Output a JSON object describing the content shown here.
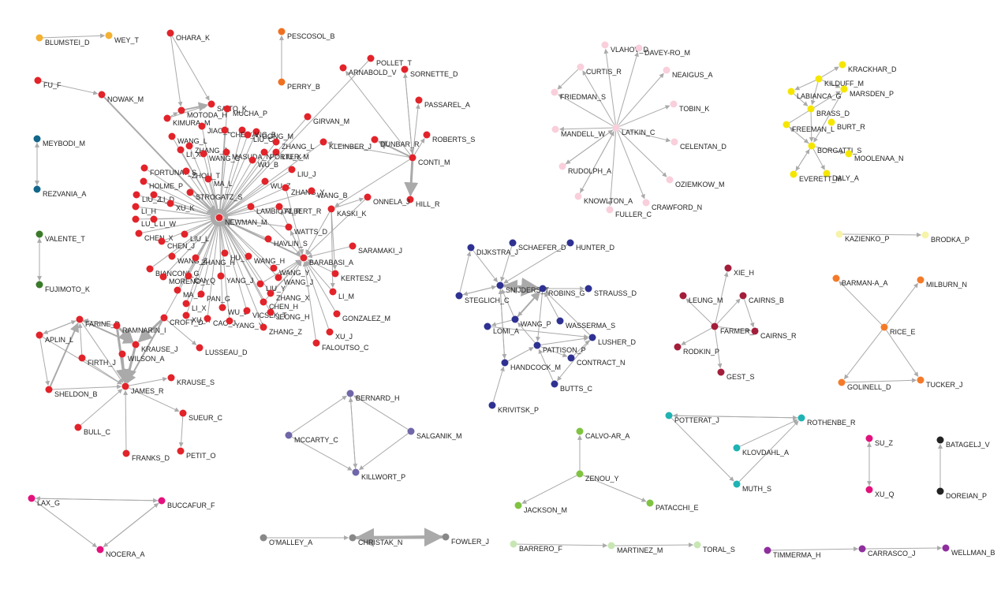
{
  "colors": {
    "edge": "#aaaaaa",
    "red": "#e2232a",
    "navy": "#2e3192",
    "pink": "#f9cfdb",
    "yellow": "#f5e600",
    "maroon": "#a31e3a",
    "orange": "#f47a2a",
    "purple": "#6f67a8",
    "teal": "#1fb3b3",
    "green": "#80c342",
    "magenta": "#e3117d",
    "gray": "#888888",
    "lightgreen": "#c8e6b3",
    "violet": "#8e2f9d",
    "black": "#222222",
    "amber": "#f4b030",
    "darkorange": "#f07020",
    "blue": "#11668a",
    "darkgreen": "#3a7a2a",
    "paleyellow": "#f7f3a8"
  },
  "nodes": [
    {
      "label": "BLUMSTEI_D",
      "group": "amber"
    },
    {
      "label": "WEY_T",
      "group": "amber"
    },
    {
      "label": "PESCOSOL_B",
      "group": "darkorange"
    },
    {
      "label": "PERRY_B",
      "group": "darkorange"
    },
    {
      "label": "MEYBODI_M",
      "group": "blue"
    },
    {
      "label": "REZVANIA_A",
      "group": "blue"
    },
    {
      "label": "VALENTE_T",
      "group": "darkgreen"
    },
    {
      "label": "FUJIMOTO_K",
      "group": "darkgreen"
    },
    {
      "label": "FU_F",
      "group": "red"
    },
    {
      "label": "NOWAK_M",
      "group": "red"
    },
    {
      "label": "OHARA_K",
      "group": "red"
    },
    {
      "label": "SAITO_K",
      "group": "red"
    },
    {
      "label": "MOTODA_H",
      "group": "red"
    },
    {
      "label": "KIMURA_M",
      "group": "red"
    },
    {
      "label": "MUCHA_P",
      "group": "red"
    },
    {
      "label": "YANG_B",
      "group": "red"
    },
    {
      "label": "GONG_M",
      "group": "red"
    },
    {
      "label": "JIAO_L",
      "group": "red"
    },
    {
      "label": "CHEN_Y",
      "group": "red"
    },
    {
      "label": "LIU_C",
      "group": "red"
    },
    {
      "label": "ZHANG_L",
      "group": "red"
    },
    {
      "label": "LIU_X",
      "group": "red"
    },
    {
      "label": "WANG_L",
      "group": "red"
    },
    {
      "label": "ZHANG_J",
      "group": "red"
    },
    {
      "label": "LI_X",
      "group": "red"
    },
    {
      "label": "WANG_C",
      "group": "red"
    },
    {
      "label": "MASUDA_N",
      "group": "red"
    },
    {
      "label": "WU_B",
      "group": "red"
    },
    {
      "label": "PORTER_M",
      "group": "red"
    },
    {
      "label": "FORTUNAT_S",
      "group": "red"
    },
    {
      "label": "ZHOU_T",
      "group": "red"
    },
    {
      "label": "MA_L",
      "group": "red"
    },
    {
      "label": "WU_Z",
      "group": "red"
    },
    {
      "label": "LIU_J",
      "group": "red"
    },
    {
      "label": "ZHANG_Y",
      "group": "red"
    },
    {
      "label": "WANG_B",
      "group": "red"
    },
    {
      "label": "HOLME_P",
      "group": "red"
    },
    {
      "label": "STROGATZ_S",
      "group": "red"
    },
    {
      "label": "LIU_Z",
      "group": "red"
    },
    {
      "label": "LI_D",
      "group": "red"
    },
    {
      "label": "XU_K",
      "group": "red"
    },
    {
      "label": "LAMBIOTT_R",
      "group": "red"
    },
    {
      "label": "ALBERT_R",
      "group": "red"
    },
    {
      "label": "LI_H",
      "group": "red"
    },
    {
      "label": "LU_L",
      "group": "red"
    },
    {
      "label": "LI_W",
      "group": "red"
    },
    {
      "label": "NEWMAN_M",
      "group": "red"
    },
    {
      "label": "WATTS_D",
      "group": "red"
    },
    {
      "label": "CHEN_X",
      "group": "red"
    },
    {
      "label": "LIU_L",
      "group": "red"
    },
    {
      "label": "HAVLIN_S",
      "group": "red"
    },
    {
      "label": "CHEN_J",
      "group": "red"
    },
    {
      "label": "BARABASI_A",
      "group": "red"
    },
    {
      "label": "WANG_Z",
      "group": "red"
    },
    {
      "label": "ZHANG_H",
      "group": "red"
    },
    {
      "label": "HU_Y",
      "group": "red"
    },
    {
      "label": "WANG_H",
      "group": "red"
    },
    {
      "label": "BIANCONI_G",
      "group": "red"
    },
    {
      "label": "WANG_Y",
      "group": "red"
    },
    {
      "label": "WANG_J",
      "group": "red"
    },
    {
      "label": "MORENO_Y",
      "group": "red"
    },
    {
      "label": "CAI_Q",
      "group": "red"
    },
    {
      "label": "YANG_J",
      "group": "red"
    },
    {
      "label": "LIU_Y",
      "group": "red"
    },
    {
      "label": "ZHANG_X",
      "group": "red"
    },
    {
      "label": "MA_J",
      "group": "red"
    },
    {
      "label": "PAN_G",
      "group": "red"
    },
    {
      "label": "CHEN_H",
      "group": "red"
    },
    {
      "label": "LI_X",
      "group": "red"
    },
    {
      "label": "WU_J",
      "group": "red"
    },
    {
      "label": "VICSEK_T",
      "group": "red"
    },
    {
      "label": "JEONG_H",
      "group": "red"
    },
    {
      "label": "XU_X",
      "group": "red"
    },
    {
      "label": "CAO_J",
      "group": "red"
    },
    {
      "label": "YANG_Y",
      "group": "red"
    },
    {
      "label": "ZHANG_Z",
      "group": "red"
    },
    {
      "label": "GIRVAN_M",
      "group": "red"
    },
    {
      "label": "POLLET_T",
      "group": "red"
    },
    {
      "label": "ARNABOLD_V",
      "group": "red"
    },
    {
      "label": "SORNETTE_D",
      "group": "red"
    },
    {
      "label": "PASSAREL_A",
      "group": "red"
    },
    {
      "label": "ROBERTS_S",
      "group": "red"
    },
    {
      "label": "DUNBAR_R",
      "group": "red"
    },
    {
      "label": "CONTI_M",
      "group": "red"
    },
    {
      "label": "KLEINBER_J",
      "group": "red"
    },
    {
      "label": "HILL_R",
      "group": "red"
    },
    {
      "label": "ONNELA_J",
      "group": "red"
    },
    {
      "label": "KASKI_K",
      "group": "red"
    },
    {
      "label": "SARAMAKI_J",
      "group": "red"
    },
    {
      "label": "KERTESZ_J",
      "group": "red"
    },
    {
      "label": "LI_M",
      "group": "red"
    },
    {
      "label": "GONZALEZ_M",
      "group": "red"
    },
    {
      "label": "XU_J",
      "group": "red"
    },
    {
      "label": "FALOUTSO_C",
      "group": "red"
    },
    {
      "label": "APLIN_L",
      "group": "red"
    },
    {
      "label": "FARINE_D",
      "group": "red"
    },
    {
      "label": "RAMNARIN_I",
      "group": "red"
    },
    {
      "label": "CROFT_D",
      "group": "red"
    },
    {
      "label": "KRAUSE_J",
      "group": "red"
    },
    {
      "label": "WILSON_A",
      "group": "red"
    },
    {
      "label": "FIRTH_J",
      "group": "red"
    },
    {
      "label": "LUSSEAU_D",
      "group": "red"
    },
    {
      "label": "KRAUSE_S",
      "group": "red"
    },
    {
      "label": "SHELDON_B",
      "group": "red"
    },
    {
      "label": "JAMES_R",
      "group": "red"
    },
    {
      "label": "SUEUR_C",
      "group": "red"
    },
    {
      "label": "BULL_C",
      "group": "red"
    },
    {
      "label": "PETIT_O",
      "group": "red"
    },
    {
      "label": "FRANKS_D",
      "group": "red"
    },
    {
      "label": "LAX_G",
      "group": "magenta"
    },
    {
      "label": "BUCCAFUR_F",
      "group": "magenta"
    },
    {
      "label": "NOCERA_A",
      "group": "magenta"
    },
    {
      "label": "O'MALLEY_A",
      "group": "gray"
    },
    {
      "label": "CHRISTAK_N",
      "group": "gray"
    },
    {
      "label": "FOWLER_J",
      "group": "gray"
    },
    {
      "label": "BERNARD_H",
      "group": "purple"
    },
    {
      "label": "SALGANIK_M",
      "group": "purple"
    },
    {
      "label": "MCCARTY_C",
      "group": "purple"
    },
    {
      "label": "KILLWORT_P",
      "group": "purple"
    },
    {
      "label": "VLAHOV_D",
      "group": "pink"
    },
    {
      "label": "DAVEY-RO_M",
      "group": "pink"
    },
    {
      "label": "CURTIS_R",
      "group": "pink"
    },
    {
      "label": "NEAIGUS_A",
      "group": "pink"
    },
    {
      "label": "FRIEDMAN_S",
      "group": "pink"
    },
    {
      "label": "TOBIN_K",
      "group": "pink"
    },
    {
      "label": "MANDELL_W",
      "group": "pink"
    },
    {
      "label": "LATKIN_C",
      "group": "pink"
    },
    {
      "label": "CELENTAN_D",
      "group": "pink"
    },
    {
      "label": "RUDOLPH_A",
      "group": "pink"
    },
    {
      "label": "OZIEMKOW_M",
      "group": "pink"
    },
    {
      "label": "KNOWLTON_A",
      "group": "pink"
    },
    {
      "label": "FULLER_C",
      "group": "pink"
    },
    {
      "label": "CRAWFORD_N",
      "group": "pink"
    },
    {
      "label": "KRACKHAR_D",
      "group": "yellow"
    },
    {
      "label": "KILDUFF_M",
      "group": "yellow"
    },
    {
      "label": "LABIANCA_G",
      "group": "yellow"
    },
    {
      "label": "MARSDEN_P",
      "group": "yellow"
    },
    {
      "label": "BRASS_D",
      "group": "yellow"
    },
    {
      "label": "FREEMAN_L",
      "group": "yellow"
    },
    {
      "label": "BURT_R",
      "group": "yellow"
    },
    {
      "label": "BORGATTI_S",
      "group": "yellow"
    },
    {
      "label": "MOOLENAA_N",
      "group": "yellow"
    },
    {
      "label": "DALY_A",
      "group": "yellow"
    },
    {
      "label": "EVERETT_M",
      "group": "yellow"
    },
    {
      "label": "KAZIENKO_P",
      "group": "paleyellow"
    },
    {
      "label": "BRODKA_P",
      "group": "paleyellow"
    },
    {
      "label": "DIJKSTRA_J",
      "group": "navy"
    },
    {
      "label": "SCHAEFER_D",
      "group": "navy"
    },
    {
      "label": "HUNTER_D",
      "group": "navy"
    },
    {
      "label": "STEGLICH_C",
      "group": "navy"
    },
    {
      "label": "SNIJDERS_T",
      "group": "navy"
    },
    {
      "label": "ROBINS_G",
      "group": "navy"
    },
    {
      "label": "STRAUSS_D",
      "group": "navy"
    },
    {
      "label": "WANG_P",
      "group": "navy"
    },
    {
      "label": "WASSERMA_S",
      "group": "navy"
    },
    {
      "label": "LOMI_A",
      "group": "navy"
    },
    {
      "label": "PATTISON_P",
      "group": "navy"
    },
    {
      "label": "LUSHER_D",
      "group": "navy"
    },
    {
      "label": "HANDCOCK_M",
      "group": "navy"
    },
    {
      "label": "CONTRACT_N",
      "group": "navy"
    },
    {
      "label": "BUTTS_C",
      "group": "navy"
    },
    {
      "label": "KRIVITSK_P",
      "group": "navy"
    },
    {
      "label": "XIE_H",
      "group": "maroon"
    },
    {
      "label": "LEUNG_M",
      "group": "maroon"
    },
    {
      "label": "CAIRNS_B",
      "group": "maroon"
    },
    {
      "label": "FARMER_T",
      "group": "maroon"
    },
    {
      "label": "CAIRNS_R",
      "group": "maroon"
    },
    {
      "label": "RODKIN_P",
      "group": "maroon"
    },
    {
      "label": "GEST_S",
      "group": "maroon"
    },
    {
      "label": "BARMAN-A_A",
      "group": "orange"
    },
    {
      "label": "MILBURN_N",
      "group": "orange"
    },
    {
      "label": "RICE_E",
      "group": "orange"
    },
    {
      "label": "GOLINELL_D",
      "group": "orange"
    },
    {
      "label": "TUCKER_J",
      "group": "orange"
    },
    {
      "label": "POTTERAT_J",
      "group": "teal"
    },
    {
      "label": "ROTHENBE_R",
      "group": "teal"
    },
    {
      "label": "KLOVDAHL_A",
      "group": "teal"
    },
    {
      "label": "MUTH_S",
      "group": "teal"
    },
    {
      "label": "SU_Z",
      "group": "magenta"
    },
    {
      "label": "XU_Q",
      "group": "magenta"
    },
    {
      "label": "BATAGELJ_V",
      "group": "black"
    },
    {
      "label": "DOREIAN_P",
      "group": "black"
    },
    {
      "label": "CALVO-AR_A",
      "group": "green"
    },
    {
      "label": "ZENOU_Y",
      "group": "green"
    },
    {
      "label": "JACKSON_M",
      "group": "green"
    },
    {
      "label": "PATACCHI_E",
      "group": "green"
    },
    {
      "label": "BARRERO_F",
      "group": "lightgreen"
    },
    {
      "label": "MARTINEZ_M",
      "group": "lightgreen"
    },
    {
      "label": "TORAL_S",
      "group": "lightgreen"
    },
    {
      "label": "TIMMERMA_H",
      "group": "violet"
    },
    {
      "label": "CARRASCO_J",
      "group": "violet"
    },
    {
      "label": "WELLMAN_B",
      "group": "violet"
    }
  ]
}
